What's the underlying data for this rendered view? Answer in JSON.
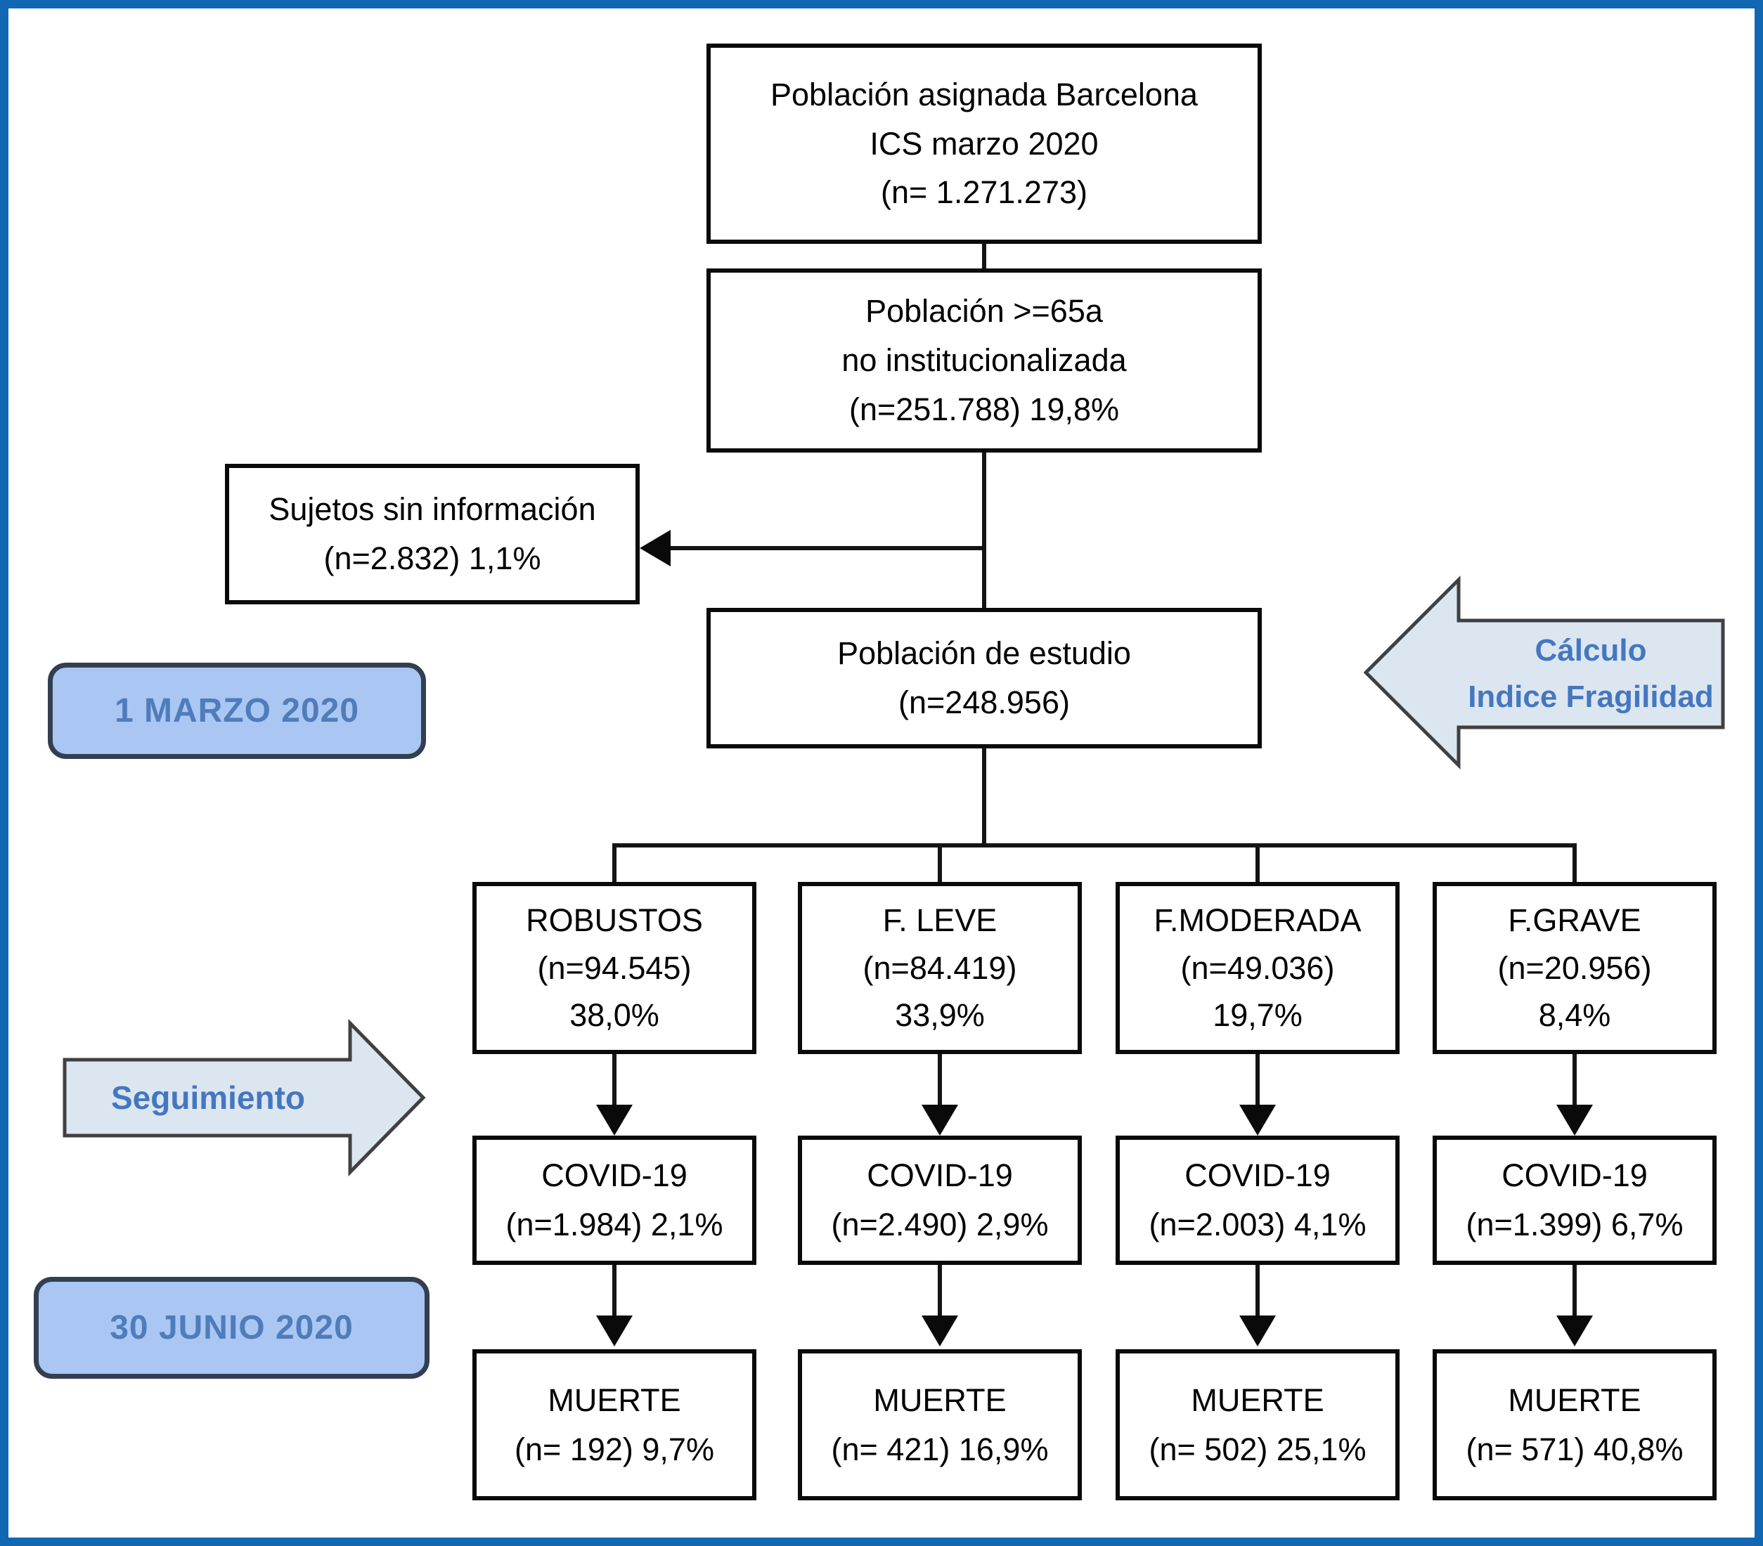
{
  "diagram": {
    "top_box": {
      "line1": "Población asignada Barcelona",
      "line2": "ICS marzo 2020",
      "line3": "(n= 1.271.273)"
    },
    "age_box": {
      "line1": "Población >=65a",
      "line2": "no institucionalizada",
      "line3": "(n=251.788) 19,8%"
    },
    "excluded_box": {
      "line1": "Sujetos sin información",
      "line2": "(n=2.832) 1,1%"
    },
    "study_box": {
      "line1": "Población de estudio",
      "line2": "(n=248.956)"
    },
    "date_start": "1 MARZO 2020",
    "date_end": "30 JUNIO 2020",
    "followup_label": "Seguimiento",
    "frailty_calc": {
      "line1": "Cálculo",
      "line2": "Indice Fragilidad"
    },
    "groups": [
      {
        "name": "ROBUSTOS",
        "n": "(n=94.545)",
        "pct": "38,0%",
        "covid_title": "COVID-19",
        "covid_value": "(n=1.984) 2,1%",
        "death_title": "MUERTE",
        "death_value": "(n= 192) 9,7%"
      },
      {
        "name": "F. LEVE",
        "n": "(n=84.419)",
        "pct": "33,9%",
        "covid_title": "COVID-19",
        "covid_value": "(n=2.490) 2,9%",
        "death_title": "MUERTE",
        "death_value": "(n= 421) 16,9%"
      },
      {
        "name": "F.MODERADA",
        "n": "(n=49.036)",
        "pct": "19,7%",
        "covid_title": "COVID-19",
        "covid_value": "(n=2.003) 4,1%",
        "death_title": "MUERTE",
        "death_value": "(n= 502) 25,1%"
      },
      {
        "name": "F.GRAVE",
        "n": "(n=20.956)",
        "pct": "8,4%",
        "covid_title": "COVID-19",
        "covid_value": "(n=1.399) 6,7%",
        "death_title": "MUERTE",
        "death_value": "(n= 571) 40,8%"
      }
    ]
  },
  "colors": {
    "outer_border": "#1167b1",
    "box_border": "#0a0a0a",
    "pill_fill": "#aac6f2",
    "pill_border": "#333f50",
    "pill_text": "#4f7cba",
    "block_arrow_fill": "#dce6f1",
    "block_arrow_border": "#404040",
    "block_arrow_text": "#4577c0"
  }
}
